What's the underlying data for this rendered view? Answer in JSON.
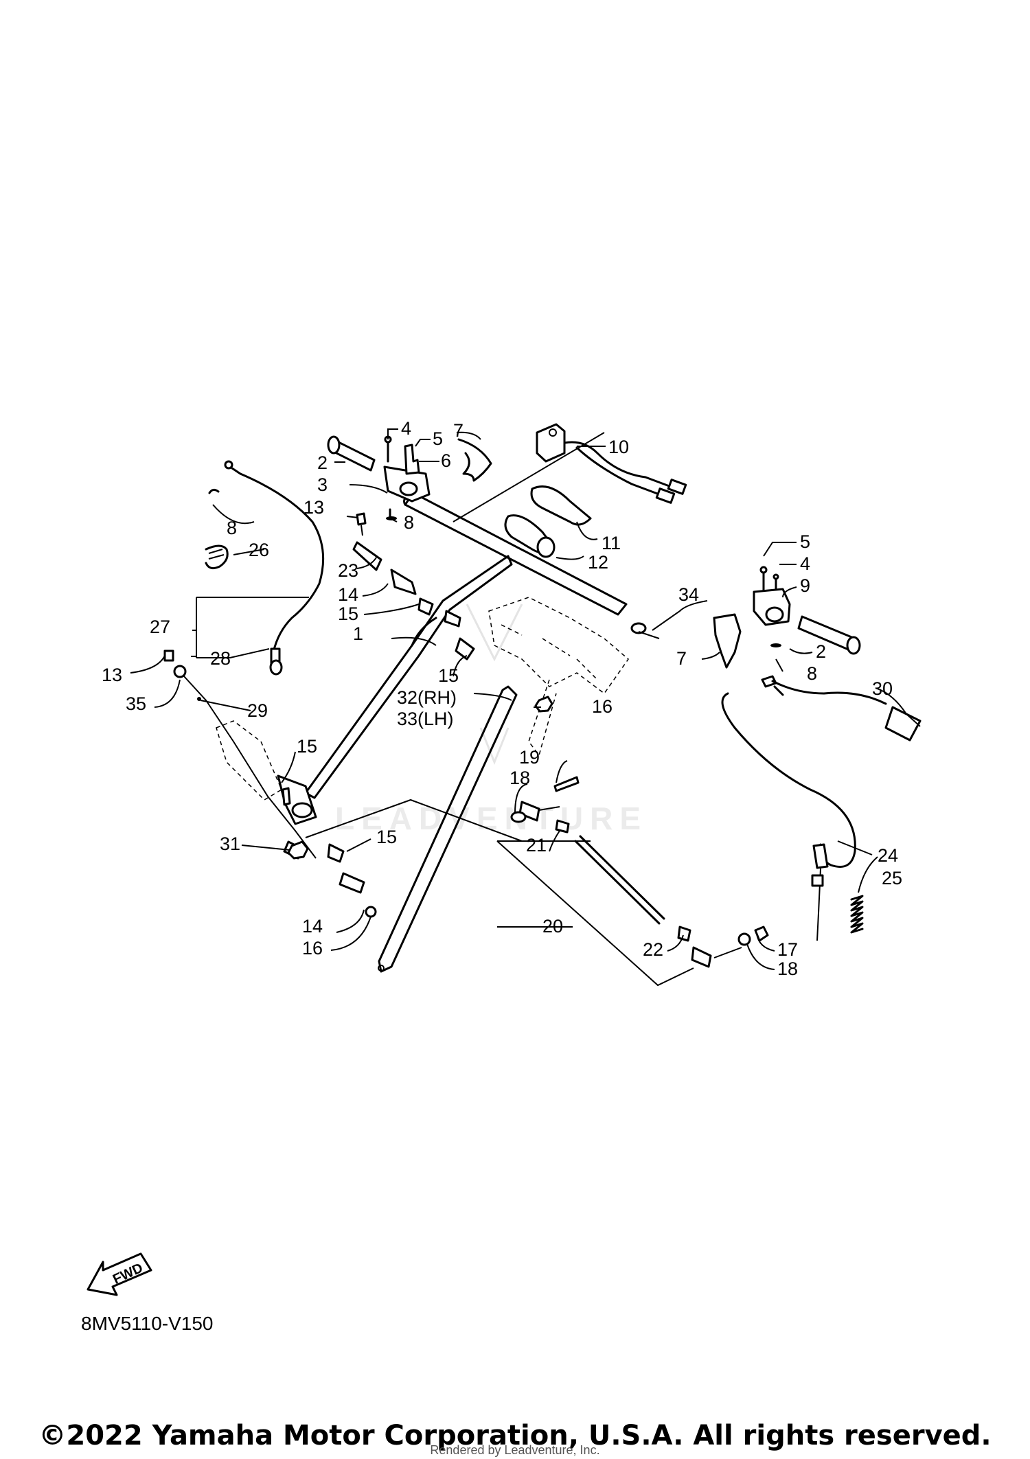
{
  "diagram": {
    "code": "8MV5110-V150",
    "fwd_label": "FWD",
    "watermark": "LEADVENTURE",
    "copyright": "©2022 Yamaha Motor Corporation, U.S.A. All rights reserved.",
    "rendered_by": "Rendered by Leadventure, Inc."
  },
  "callouts": {
    "c1": "1",
    "c2a": "2",
    "c2b": "2",
    "c3": "3",
    "c4a": "4",
    "c4b": "4",
    "c5a": "5",
    "c5b": "5",
    "c6": "6",
    "c7a": "7",
    "c7b": "7",
    "c8a": "8",
    "c8b": "8",
    "c8c": "8",
    "c9": "9",
    "c10": "10",
    "c11": "11",
    "c12": "12",
    "c13a": "13",
    "c13b": "13",
    "c14a": "14",
    "c14b": "14",
    "c15a": "15",
    "c15b": "15",
    "c15c": "15",
    "c15d": "15",
    "c16a": "16",
    "c16b": "16",
    "c17": "17",
    "c18a": "18",
    "c18b": "18",
    "c19": "19",
    "c20": "20",
    "c21": "21",
    "c22": "22",
    "c23": "23",
    "c24": "24",
    "c25": "25",
    "c26": "26",
    "c27": "27",
    "c28": "28",
    "c29": "29",
    "c30": "30",
    "c31": "31",
    "c32": "32(RH)",
    "c33": "33(LH)",
    "c34": "34",
    "c35": "35"
  }
}
